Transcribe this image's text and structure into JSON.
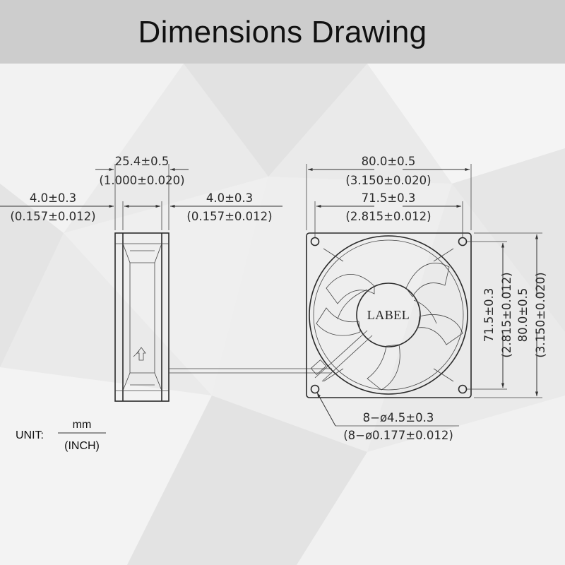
{
  "header": {
    "title": "Dimensions Drawing"
  },
  "side_view": {
    "thickness_mm": "25.4±0.5",
    "thickness_in": "(1.000±0.020)",
    "left_flange_mm": "4.0±0.3",
    "left_flange_in": "(0.157±0.012)",
    "right_flange_mm": "4.0±0.3",
    "right_flange_in": "(0.157±0.012)"
  },
  "front_view": {
    "width_mm": "80.0±0.5",
    "width_in": "(3.150±0.020)",
    "hole_spacing_mm": "71.5±0.3",
    "hole_spacing_in": "(2.815±0.012)",
    "v_hole_spacing_mm": "71.5±0.3",
    "v_hole_spacing_in": "(2.815±0.012)",
    "height_mm": "80.0±0.5",
    "height_in": "(3.150±0.020)",
    "hub_label": "LABEL",
    "holes_mm": "8−ø4.5±0.3",
    "holes_in": "(8−ø0.177±0.012)"
  },
  "unit": {
    "label": "UNIT:",
    "primary": "mm",
    "secondary": "(INCH)"
  }
}
